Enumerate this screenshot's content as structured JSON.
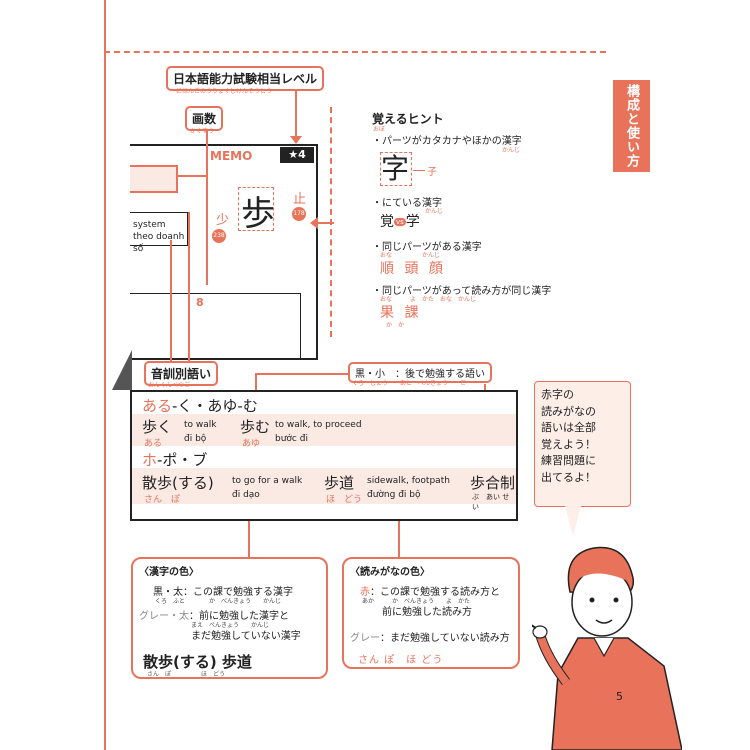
{
  "page": {
    "number": "5",
    "side_tab": "構成と使い方"
  },
  "labels": {
    "jlpt": "日本語能力試験相当レベル",
    "jlpt_ruby": "にほんごのうりょくしけんそうとう",
    "strokes": "画数",
    "strokes_ruby": "かくすう",
    "reading_words": "音訓別語い",
    "reading_words_ruby": "おんくんべつご",
    "stroke_count": "8"
  },
  "memo": {
    "title": "MEMO",
    "level": "★4",
    "kanji": "歩",
    "sub_left": "少",
    "sub_left_num": "238",
    "sub_right": "止",
    "sub_right_num": "178",
    "side_text": [
      "system",
      "theo doanh số"
    ]
  },
  "hints": {
    "title": "覚えるヒント",
    "title_ruby": "おぼ",
    "items": [
      {
        "text": "パーツがカタカナやほかの漢字",
        "ruby": "かんじ",
        "example_kanji": "字",
        "example_part": "子"
      },
      {
        "text": "にている漢字",
        "ruby": "かんじ",
        "example": "覚 vs 学",
        "pair": [
          "覚",
          "vs",
          "学"
        ]
      },
      {
        "text": "同じパーツがある漢字",
        "ruby": "おな　　　　　かんじ",
        "example": "順 頭 顔"
      },
      {
        "text": "同じパーツがあって読み方が同じ漢字",
        "ruby": "おな　　　よ　かた　おな　かんじ",
        "example": "果 課",
        "example_ruby": "か　か"
      }
    ]
  },
  "callout_top": {
    "text": "黒・小　：後で勉強する語い",
    "ruby": "くろ　しょう　　あと　べんきょう　　ご"
  },
  "main": {
    "reading1": {
      "kana": "ある",
      "rest": "-く・あゆ-む"
    },
    "reading2": {
      "kana": "ホ",
      "rest": "-ポ・ブ"
    },
    "words": [
      {
        "kanji": "歩く",
        "ruby": "ある",
        "en": "to walk",
        "vi": "đi bộ"
      },
      {
        "kanji": "歩む",
        "ruby": "あゆ",
        "en": "to walk, to proceed",
        "vi": "bước đi"
      },
      {
        "kanji": "散歩(する)",
        "ruby": "さん　ぽ",
        "en": "to go for a walk",
        "vi": "đi dạo"
      },
      {
        "kanji": "歩道",
        "ruby": "ほ　どう",
        "en": "sidewalk, footpath",
        "vi": "đường đi bộ"
      },
      {
        "kanji": "歩合制",
        "ruby": "ぶ　あい せい",
        "en": "",
        "vi": ""
      }
    ]
  },
  "speech": {
    "lines": [
      "赤字の",
      "読みがなの",
      "語いは全部",
      "覚えよう！",
      "練習問題に",
      "出てるよ！"
    ]
  },
  "kanji_color": {
    "title": "〈漢字の色〉",
    "row1_label": "黒・太",
    "row1_text": "：この課で勉強する漢字",
    "row1_ruby": "くろ　ふと　　　　か　べんきょう　　かんじ",
    "row2_label": "グレー・太",
    "row2_text": "：前に勉強した漢字と",
    "row2_text2": "まだ勉強していない漢字",
    "row2_ruby": "まえ　べんきょう　　かんじ",
    "example": "散歩(する) 歩道",
    "example_ruby": "さん　ぽ　　　　　ほ　どう"
  },
  "reading_color": {
    "title": "〈読みがなの色〉",
    "row1_label": "赤",
    "row1_text": "：この課で勉強する読み方と",
    "row1_text2": "前に勉強した読み方",
    "row1_ruby": "あか　　　か　べんきょう　　よ　かた",
    "row2_label": "グレー",
    "row2_text": "：まだ勉強していない読み方",
    "example": "さん ぽ　ほ どう"
  },
  "colors": {
    "accent": "#e8735a",
    "band": "#fbe9e3",
    "ink": "#222222",
    "gray": "#888888"
  }
}
